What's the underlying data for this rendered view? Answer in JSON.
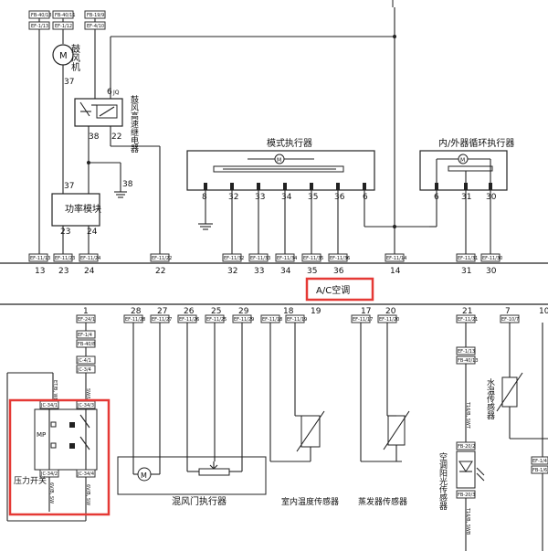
{
  "components": {
    "blower_motor": "鼓风机",
    "blower_relay": "鼓风高速继电器",
    "power_module": "功率模块",
    "mode_actuator": "模式执行器",
    "recirc_actuator": "内/外器循环执行器",
    "ac_unit": "A/C空调",
    "pressure_switch": "压力开关",
    "blend_door_actuator": "混风门执行器",
    "indoor_temp_sensor": "室内温度传感器",
    "evaporator_sensor": "蒸发器传感器",
    "sunlight_sensor": "空调阳光传感器",
    "water_temp_sensor": "水温传感器",
    "motor_symbol": "M",
    "mp_label": "MP"
  },
  "top_connectors": [
    "FB-40/13",
    "EF-1/13",
    "FB-40/11",
    "EF-1/12",
    "FB-19/9",
    "EF-4/10"
  ],
  "upper_pins": [
    "13",
    "23",
    "24",
    "22",
    "32",
    "33",
    "34",
    "35",
    "36",
    "14",
    "31",
    "30"
  ],
  "upper_codes": [
    "EF-11/13",
    "EF-11/23",
    "EF-11/24",
    "EF-11/22",
    "EF-11/32",
    "EF-11/33",
    "EF-11/34",
    "EF-11/35",
    "EF-11/36",
    "EF-11/14",
    "EF-11/31",
    "EF-11/30"
  ],
  "lower_pins": [
    "1",
    "28",
    "27",
    "26",
    "25",
    "29",
    "18",
    "19",
    "17",
    "20",
    "21",
    "7",
    "10"
  ],
  "lower_codes": [
    "EF-24/1",
    "EF-11/28",
    "EF-11/27",
    "EF-11/26",
    "EF-11/25",
    "EF-11/29",
    "EF-11/18",
    "EF-11/19",
    "EF-11/17",
    "EF-11/20",
    "EF-11/21",
    "EF-10/7"
  ],
  "wire_labels": {
    "w37a": "37",
    "w37b": "37",
    "w38a": "38",
    "w38b": "38",
    "w22": "22",
    "w6": "6",
    "w23": "23",
    "w24": "24"
  },
  "relay_pin_top": "JQ",
  "mode_pins": [
    "8",
    "32",
    "33",
    "34",
    "35",
    "36",
    "6"
  ],
  "recirc_pins": [
    "6",
    "31",
    "30"
  ],
  "sw_codes": {
    "left_a": "EF-1/4",
    "left_b": "FB-40/8",
    "wire1": "ET/B, WB",
    "left_c": "JC-4/1",
    "left_d": "JC-3/4",
    "wire2": "SW/L, SW",
    "in_l1": "JC-34/1",
    "in_r1": "JC-34/3",
    "in_l2": "JC-34/2",
    "in_r2": "JC-34/4",
    "wire3": "6V/B, SW",
    "wire4": "6V/B, SW"
  },
  "sun_codes": {
    "a": "EF-1/13",
    "b": "FB-40/13",
    "wire": "T16/B, SWT",
    "c": "FB-20/2",
    "d": "FB-20/3",
    "wire2": "T16/B, SWB"
  },
  "water_codes": {
    "a": "EF-1/4",
    "b": "FB-1/6"
  }
}
